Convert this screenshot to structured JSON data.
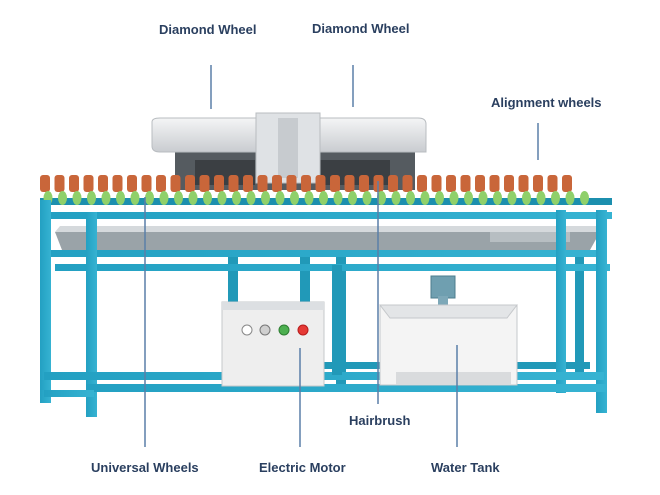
{
  "labels": {
    "diamond_wheel_left": "Diamond Wheel",
    "diamond_wheel_right": "Diamond Wheel",
    "alignment_wheels": "Alignment wheels",
    "hairbrush": "Hairbrush",
    "universal_wheels": "Universal Wheels",
    "electric_motor": "Electric Motor",
    "water_tank": "Water Tank"
  },
  "colors": {
    "frame": "#2aa4c4",
    "frame_dark": "#1d86a3",
    "label_text": "#2a3f5f",
    "leader_line": "#5a7fa8",
    "housing": "#e4e6e8",
    "orange_rollers": "#c9663a",
    "green_rollers": "#8fd06a",
    "cabinet": "#eeeeee",
    "tank": "#f2f2f2"
  }
}
